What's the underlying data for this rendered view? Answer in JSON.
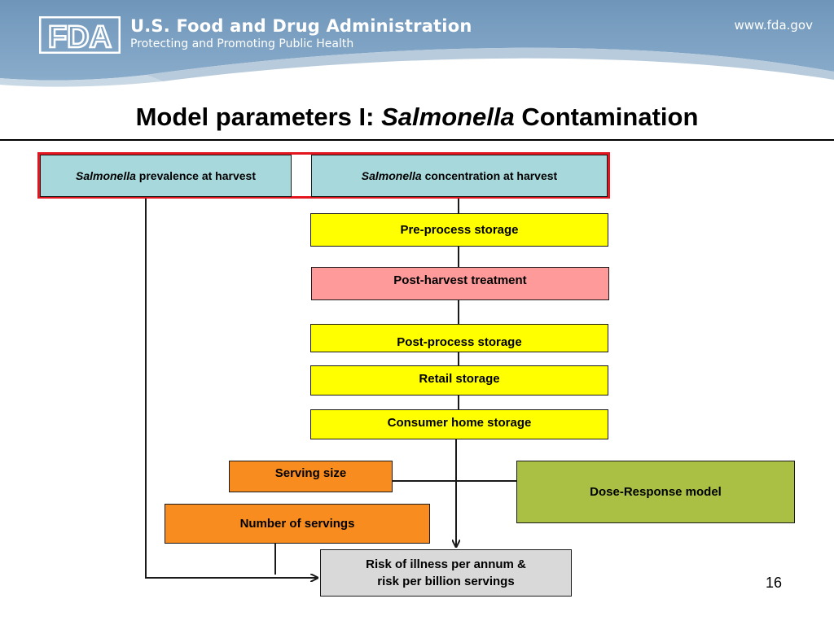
{
  "header": {
    "logo_text": "FDA",
    "agency_name": "U.S. Food and Drug Administration",
    "tagline": "Protecting and Promoting Public Health",
    "url": "www.fda.gov",
    "colors": {
      "banner": "#7b9fbf",
      "banner_dark": "#6a8fb0",
      "swoosh": "#b7cbdc"
    }
  },
  "title": {
    "prefix": "Model parameters I: ",
    "italic": "Salmonella",
    "suffix": " Contamination"
  },
  "diagram": {
    "prevalence": {
      "italic": "Salmonella",
      "rest": " prevalence at harvest"
    },
    "concentration": {
      "italic": "Salmonella",
      "rest": " concentration at harvest"
    },
    "pre_process": "Pre-process storage",
    "post_harvest": "Post-harvest treatment",
    "post_process": "Post-process storage",
    "retail": "Retail storage",
    "consumer": "Consumer home storage",
    "serving_size": "Serving size",
    "number_servings": "Number of servings",
    "dose_response": "Dose-Response model",
    "risk_line1": "Risk of illness per annum &",
    "risk_line2": "risk per billion servings",
    "colors": {
      "harvest": "#a6d8dc",
      "storage": "#ffff00",
      "treatment": "#ff9a9a",
      "serving": "#f98c1f",
      "dose": "#a9c045",
      "risk": "#d9d9d9",
      "highlight": "#e3151e"
    }
  },
  "page_number": "16"
}
